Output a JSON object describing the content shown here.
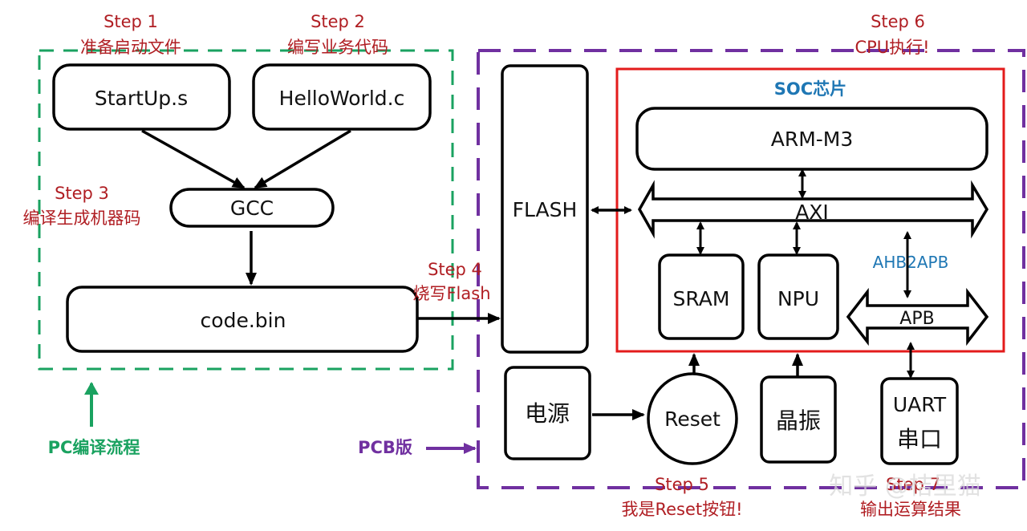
{
  "colors": {
    "pc_region": "#1aa260",
    "pcb_region": "#7030a0",
    "soc_region": "#e31b1b",
    "step_text": "#b01e23",
    "soc_title": "#1f77b4",
    "bus_label_blue": "#1f77b4",
    "box_stroke": "#000000"
  },
  "regions": {
    "pc": {
      "label": "PC编译流程"
    },
    "pcb": {
      "label": "PCB版"
    },
    "soc": {
      "label": "SOC芯片"
    }
  },
  "steps": [
    {
      "id": "step1",
      "title": "Step 1",
      "desc": "准备启动文件"
    },
    {
      "id": "step2",
      "title": "Step 2",
      "desc": "编写业务代码"
    },
    {
      "id": "step3",
      "title": "Step 3",
      "desc": "编译生成机器码"
    },
    {
      "id": "step4",
      "title": "Step 4",
      "desc": "烧写Flash"
    },
    {
      "id": "step5",
      "title": "Step 5",
      "desc": "我是Reset按钮!"
    },
    {
      "id": "step6",
      "title": "Step 6",
      "desc": "CPU执行!"
    },
    {
      "id": "step7",
      "title": "Step 7",
      "desc": "输出运算结果"
    }
  ],
  "nodes": {
    "startup": "StartUp.s",
    "helloworld": "HelloWorld.c",
    "gcc": "GCC",
    "codebin": "code.bin",
    "flash": "FLASH",
    "cpu": "ARM-M3",
    "axi": "AXI",
    "sram": "SRAM",
    "npu": "NPU",
    "ahb2apb": "AHB2APB",
    "apb": "APB",
    "power": "电源",
    "reset": "Reset",
    "crystal": "晶振",
    "uart_line1": "UART",
    "uart_line2": "串口"
  },
  "watermark": "知乎 @桔里猫"
}
